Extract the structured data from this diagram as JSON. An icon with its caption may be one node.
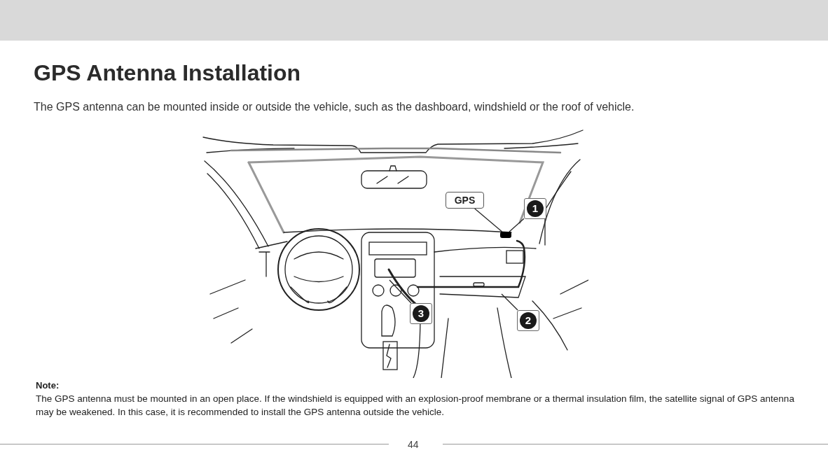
{
  "diagram": {
    "title": "GPS Antenna Installation",
    "nodes": [
      {
        "text": [
          "GPS"
        ]
      },
      {
        "text": [
          "1"
        ]
      },
      {
        "text": [
          "2"
        ]
      },
      {
        "text": [
          "3"
        ]
      },
      {
        "text": [],
        "shape": "box"
      }
    ],
    "edges": [
      {
        "from": 0,
        "to": 4,
        "arrow": "none"
      },
      {
        "from": 1,
        "to": 4,
        "arrow": "none"
      },
      {
        "from": 2,
        "to": null,
        "arrow": "none"
      },
      {
        "from": 3,
        "to": null,
        "arrow": "none"
      }
    ],
    "labels": [
      "The GPS antenna can be mounted inside or outside the vehicle, such as the dashboard, windshield or the roof of vehicle.",
      "Note:",
      "The GPS antenna must be mounted in an open place. If the windshield is equipped with an explosion-proof membrane or a thermal insulation film, the satellite signal of GPS antenna may be weakened. In this case, it is recommended to install the GPS antenna outside the vehicle.",
      "44"
    ]
  }
}
